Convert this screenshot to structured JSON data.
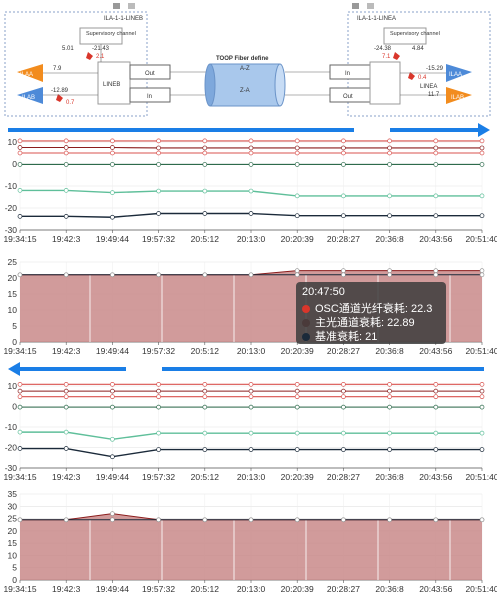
{
  "topology": {
    "left_node": {
      "name": "ILA-1-1-LINEB",
      "supervisory_label": "Supervisory channel",
      "val_a": "5.01",
      "val_b": "-21.43",
      "val_c": "2.1",
      "ilaa_value": "7.9",
      "ilab_value": "-12.89",
      "ilab_red": "0.7",
      "block_label": "LINEB",
      "port_out": "Out",
      "port_in": "In",
      "amp_a": "ILAA",
      "amp_b": "ILAB"
    },
    "fiber": {
      "title": "TOOP Fiber define",
      "dir_a": "A-Z",
      "dir_b": "Z-A"
    },
    "right_node": {
      "name": "ILA-1-1-LINEA",
      "supervisory_label": "Supervisory channel",
      "val_a": "-24.38",
      "val_b": "4.84",
      "val_c": "7.1",
      "val_d": "-15.29",
      "val_e": "0.4",
      "val_f": "11.7",
      "block_label": "LINEA",
      "port_in": "In",
      "port_out": "Out",
      "amp_a": "ILAA",
      "amp_b": "ILAB"
    }
  },
  "colors": {
    "accent_blue": "#1a7ee6",
    "series_red": "#d9534f",
    "series_darkred": "#8b1d1d",
    "series_green": "#2e6b4c",
    "series_teal": "#5fbf9a",
    "series_navy": "#1b2a3a",
    "fill_pink": "#c98a8a"
  },
  "tooltip": {
    "time": "20:47:50",
    "items": [
      {
        "label": "OSC通道光纤衰耗: 22.3",
        "color": "#d9362b"
      },
      {
        "label": "主光通道衰耗: 22.89",
        "color": "#4a3a3a"
      },
      {
        "label": "基准衰耗: 21",
        "color": "#1b2a3a"
      }
    ]
  },
  "time_axis": [
    "19:34:15",
    "19:42:3",
    "19:49:44",
    "19:57:32",
    "20:5:12",
    "20:13:0",
    "20:20:39",
    "20:28:27",
    "20:36:8",
    "20:43:56",
    "20:51:40"
  ],
  "chart_data": [
    {
      "type": "line",
      "title": "",
      "x": [
        "19:34:15",
        "19:42:3",
        "19:49:44",
        "19:57:32",
        "20:5:12",
        "20:13:0",
        "20:20:39",
        "20:28:27",
        "20:36:8",
        "20:43:56",
        "20:51:40"
      ],
      "ylim": [
        -30,
        10
      ],
      "yticks": [
        "10",
        "0",
        "-10",
        "-20",
        "-30"
      ],
      "grid": true,
      "series": [
        {
          "values": [
            10.5,
            10.5,
            10.5,
            10.5,
            10.5,
            10.5,
            10.5,
            10.5,
            10.5,
            10.5,
            10.5
          ]
        },
        {
          "values": [
            7.5,
            7.5,
            7.5,
            7.3,
            7.3,
            7.3,
            7.3,
            7.3,
            7.3,
            7.3,
            7.3
          ]
        },
        {
          "values": [
            5.0,
            5.0,
            5.0,
            5.0,
            5.0,
            5.0,
            5.0,
            5.0,
            5.0,
            5.0,
            5.0
          ]
        },
        {
          "values": [
            -0.2,
            -0.2,
            -0.2,
            -0.2,
            -0.2,
            -0.2,
            -0.2,
            -0.2,
            -0.2,
            -0.2,
            -0.2
          ]
        },
        {
          "values": [
            -12.0,
            -12.0,
            -13.0,
            -12.3,
            -12.3,
            -12.3,
            -14.5,
            -14.5,
            -14.5,
            -14.5,
            -14.5
          ]
        },
        {
          "values": [
            -23.8,
            -23.8,
            -24.2,
            -22.5,
            -22.5,
            -22.5,
            -23.5,
            -23.5,
            -23.5,
            -23.5,
            -23.5
          ]
        }
      ]
    },
    {
      "type": "area",
      "title": "",
      "x": [
        "19:34:15",
        "19:42:3",
        "19:49:44",
        "19:57:32",
        "20:5:12",
        "20:13:0",
        "20:20:39",
        "20:28:27",
        "20:36:8",
        "20:43:56",
        "20:51:40"
      ],
      "ylim": [
        0,
        25
      ],
      "yticks": [
        "25",
        "20",
        "15",
        "10",
        "5",
        "0"
      ],
      "grid": true,
      "series": [
        {
          "values": [
            21,
            21,
            21,
            21,
            21,
            21,
            22.3,
            22.3,
            22.3,
            22.3,
            22.3
          ]
        },
        {
          "values": [
            21,
            21,
            21,
            21,
            21,
            21,
            21,
            21,
            21,
            21,
            21
          ]
        }
      ]
    },
    {
      "type": "line",
      "title": "",
      "x": [
        "19:34:15",
        "19:42:3",
        "19:49:44",
        "19:57:32",
        "20:5:12",
        "20:13:0",
        "20:20:39",
        "20:28:27",
        "20:36:8",
        "20:43:56",
        "20:51:40"
      ],
      "ylim": [
        -30,
        10
      ],
      "yticks": [
        "10",
        "0",
        "-10",
        "-20",
        "-30"
      ],
      "grid": true,
      "series": [
        {
          "values": [
            10.8,
            10.8,
            10.8,
            10.8,
            10.8,
            10.8,
            10.8,
            10.8,
            10.8,
            10.8,
            10.8
          ]
        },
        {
          "values": [
            7.5,
            7.5,
            7.5,
            7.5,
            7.5,
            7.5,
            7.5,
            7.5,
            7.5,
            7.5,
            7.5
          ]
        },
        {
          "values": [
            4.8,
            4.8,
            4.8,
            4.8,
            4.8,
            4.8,
            4.8,
            4.8,
            4.8,
            4.8,
            4.8
          ]
        },
        {
          "values": [
            -0.3,
            -0.3,
            -0.3,
            -0.3,
            -0.3,
            -0.3,
            -0.3,
            -0.3,
            -0.3,
            -0.3,
            -0.3
          ]
        },
        {
          "values": [
            -12.5,
            -12.5,
            -16.0,
            -13.0,
            -13.0,
            -13.0,
            -13.0,
            -13.0,
            -13.0,
            -13.0,
            -13.0
          ]
        },
        {
          "values": [
            -20.5,
            -20.5,
            -24.5,
            -21.0,
            -21.0,
            -21.0,
            -21.0,
            -21.0,
            -21.0,
            -21.0,
            -21.0
          ]
        }
      ]
    },
    {
      "type": "area",
      "title": "",
      "x": [
        "19:34:15",
        "19:42:3",
        "19:49:44",
        "19:57:32",
        "20:5:12",
        "20:13:0",
        "20:20:39",
        "20:28:27",
        "20:36:8",
        "20:43:56",
        "20:51:40"
      ],
      "ylim": [
        0,
        35
      ],
      "yticks": [
        "35",
        "30",
        "25",
        "20",
        "15",
        "10",
        "5",
        "0"
      ],
      "grid": true,
      "series": [
        {
          "values": [
            24.5,
            24.5,
            27.0,
            24.5,
            24.5,
            24.5,
            24.5,
            24.5,
            24.5,
            24.5,
            24.5
          ]
        },
        {
          "values": [
            24.5,
            24.5,
            24.5,
            24.5,
            24.5,
            24.5,
            24.5,
            24.5,
            24.5,
            24.5,
            24.5
          ]
        }
      ]
    }
  ]
}
